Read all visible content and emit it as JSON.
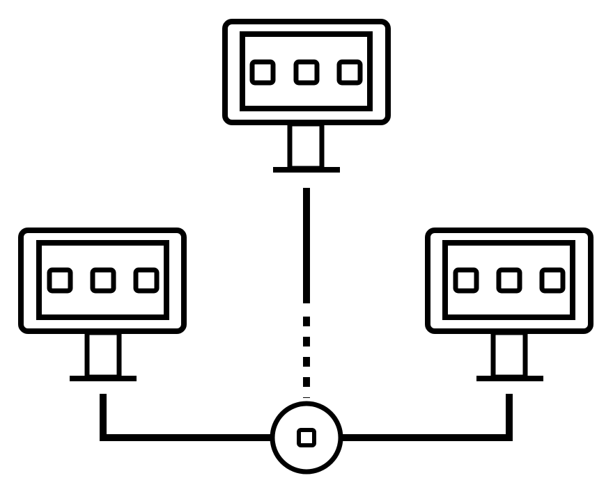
{
  "diagram": {
    "type": "network-topology",
    "nodes": [
      {
        "id": "monitor-top",
        "kind": "monitor",
        "dots": 3
      },
      {
        "id": "monitor-left",
        "kind": "monitor",
        "dots": 3
      },
      {
        "id": "monitor-right",
        "kind": "monitor",
        "dots": 3
      },
      {
        "id": "hub",
        "kind": "network-hub"
      }
    ],
    "links": [
      {
        "from": "monitor-top",
        "to": "hub",
        "style": "solid-then-dotted"
      },
      {
        "from": "monitor-left",
        "to": "hub",
        "style": "solid"
      },
      {
        "from": "monitor-right",
        "to": "hub",
        "style": "solid"
      }
    ],
    "colors": {
      "stroke": "#000000",
      "background": "#ffffff"
    }
  }
}
